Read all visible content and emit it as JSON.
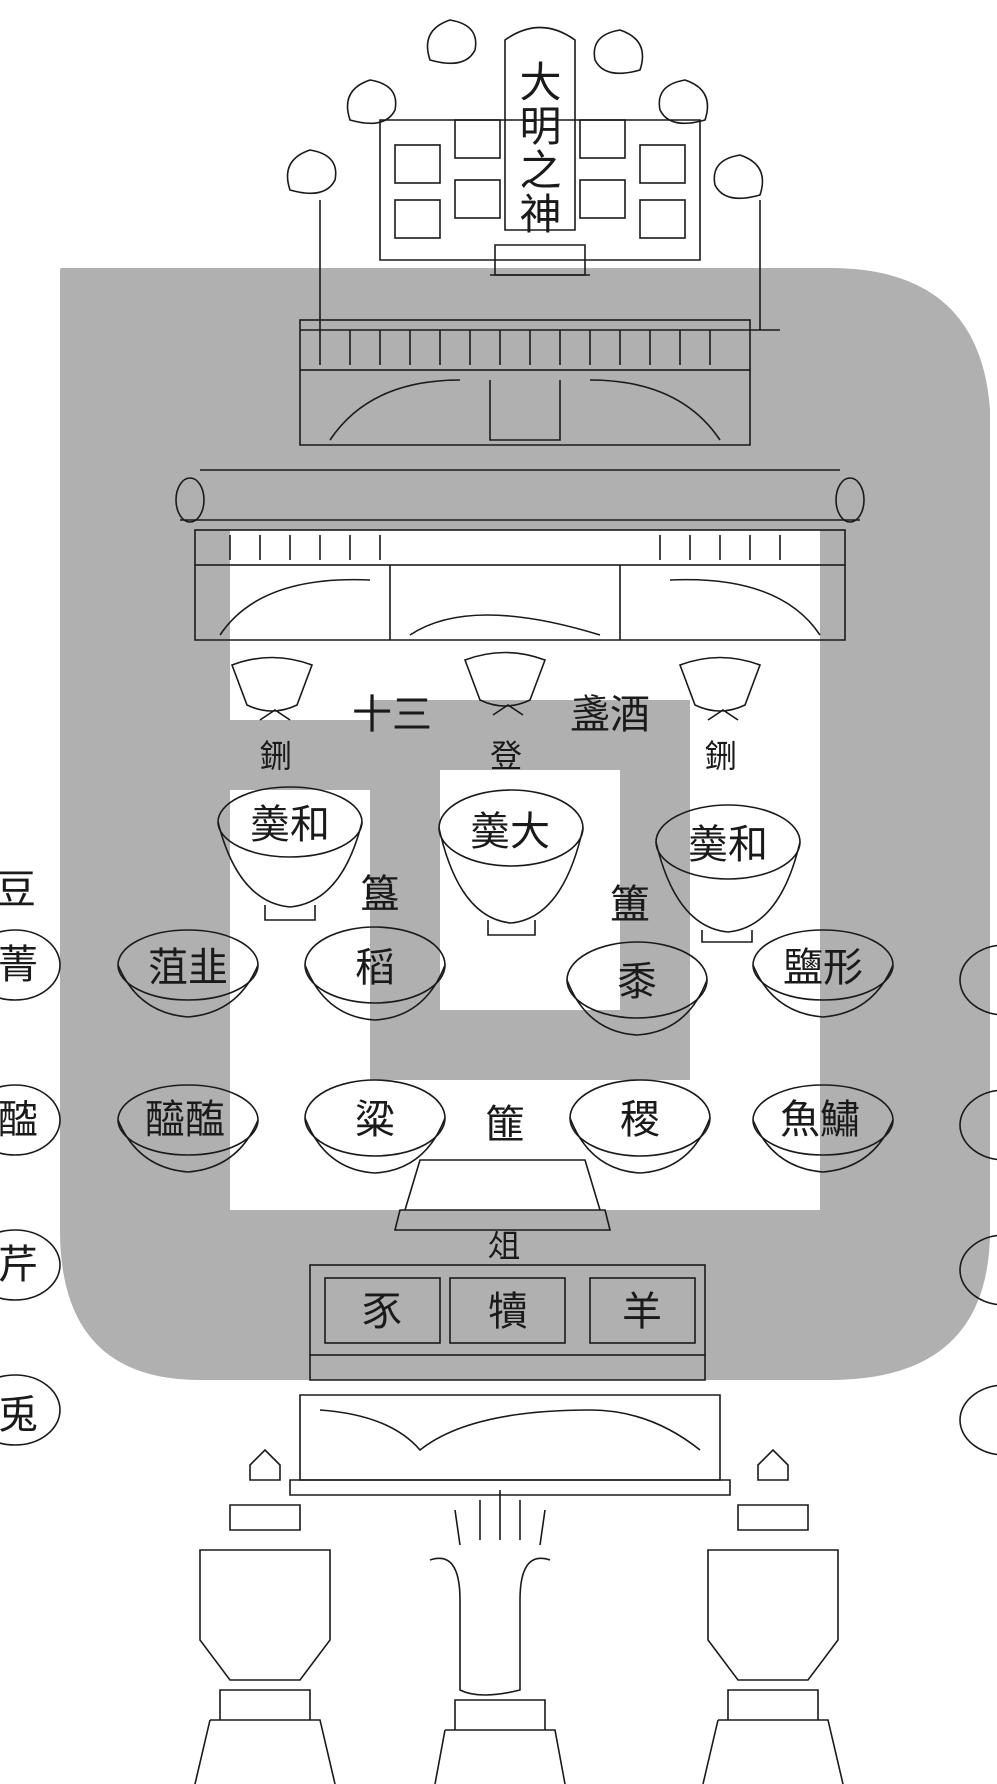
{
  "tablet": {
    "inscription": "大明之神"
  },
  "wine_cups": {
    "label_left": "十三",
    "label_right": "盞酒"
  },
  "vessels_top": {
    "left": "鉶",
    "center": "登",
    "right": "鉶"
  },
  "soup_bowls": {
    "left": "羮和",
    "center": "羮大",
    "right": "羮和"
  },
  "vessel_labels": {
    "gui": "簋",
    "fu": "簠"
  },
  "row1": {
    "far_left": "菁",
    "left": "菹韭",
    "center_left": "稻",
    "center_right": "黍",
    "right": "鹽形",
    "far_left_cut": "豆"
  },
  "row2": {
    "far_left": "醓",
    "left": "醯醢",
    "center_left": "粱",
    "center_mid": "篚",
    "center_right": "稷",
    "right": "魚鱐"
  },
  "row3": {
    "far_left": "芹"
  },
  "row4": {
    "far_left": "兎"
  },
  "altar": {
    "label": "俎",
    "left": "豕",
    "center": "犢",
    "right": "羊"
  },
  "colors": {
    "ink": "#1a1a1a",
    "watermark": "#9a9a9a",
    "paper": "#ffffff"
  }
}
